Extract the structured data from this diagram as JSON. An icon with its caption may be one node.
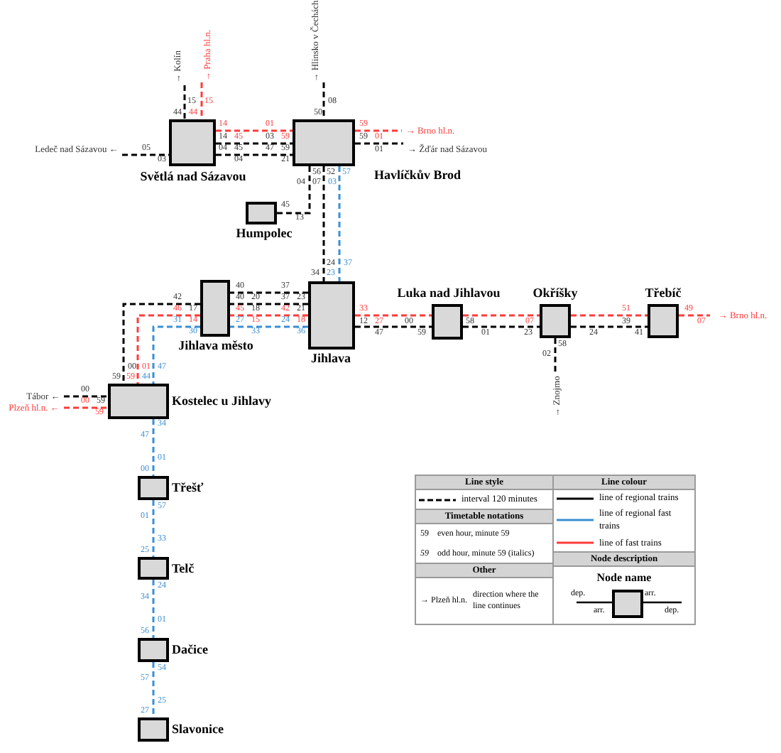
{
  "diagram": {
    "nodes": [
      {
        "text": [
          "Světlá nad Sázavou"
        ]
      },
      {
        "text": [
          "Havlíčkův Brod"
        ]
      },
      {
        "text": [
          "Humpolec"
        ]
      },
      {
        "text": [
          "Jihlava město"
        ]
      },
      {
        "text": [
          "Jihlava"
        ]
      },
      {
        "text": [
          "Luka nad Jihlavou"
        ]
      },
      {
        "text": [
          "Okříšky"
        ]
      },
      {
        "text": [
          "Třebíč"
        ]
      },
      {
        "text": [
          "Kostelec u Jihlavy"
        ]
      },
      {
        "text": [
          "Třešť"
        ]
      },
      {
        "text": [
          "Telč"
        ]
      },
      {
        "text": [
          "Dačice"
        ]
      },
      {
        "text": [
          "Slavonice"
        ]
      },
      {
        "text": [
          "→ Kolín"
        ]
      },
      {
        "text": [
          "→ Praha hl.n."
        ]
      },
      {
        "text": [
          "→ Hlinsko v Čechách"
        ]
      },
      {
        "text": [
          "→ Brno hl.n."
        ]
      },
      {
        "text": [
          "→ Žďár nad Sázavou"
        ]
      },
      {
        "text": [
          "Ledeč nad Sázavou ←"
        ]
      },
      {
        "text": [
          "→ Brno hl.n."
        ]
      },
      {
        "text": [
          "→ Znojmo"
        ]
      },
      {
        "text": [
          "Tábor ←"
        ]
      },
      {
        "text": [
          "Plzeň hl.n. ←"
        ]
      }
    ],
    "edges": [
      {
        "from": 18,
        "to": 0,
        "arrow": "none",
        "style": "dashed"
      },
      {
        "from": 0,
        "to": 1,
        "arrow": "none",
        "style": "dashed"
      },
      {
        "from": 13,
        "to": 0,
        "arrow": "none",
        "style": "dashed"
      },
      {
        "from": 0,
        "to": 1,
        "arrow": "none",
        "style": "dashed"
      },
      {
        "from": 1,
        "to": 17,
        "arrow": "none",
        "style": "dashed"
      },
      {
        "from": 14,
        "to": 0,
        "arrow": "none",
        "style": "dashed",
        "color": "#ff3b3b"
      },
      {
        "from": 0,
        "to": 1,
        "arrow": "none",
        "style": "dashed",
        "color": "#ff3b3b"
      },
      {
        "from": 1,
        "to": 16,
        "arrow": "none",
        "style": "dashed",
        "color": "#ff3b3b"
      },
      {
        "from": 15,
        "to": 1,
        "arrow": "none",
        "style": "dashed"
      },
      {
        "from": 2,
        "to": 1,
        "arrow": "none",
        "style": "dashed"
      },
      {
        "from": 1,
        "to": 4,
        "arrow": "none",
        "style": "dashed"
      },
      {
        "from": 1,
        "to": 4,
        "arrow": "none",
        "style": "dashed",
        "color": "#3b8fd4"
      },
      {
        "from": 4,
        "to": 3,
        "arrow": "none",
        "style": "dashed"
      },
      {
        "from": 4,
        "to": 3,
        "arrow": "none",
        "style": "dashed"
      },
      {
        "from": 4,
        "to": 3,
        "arrow": "none",
        "style": "dashed",
        "color": "#ff3b3b"
      },
      {
        "from": 4,
        "to": 3,
        "arrow": "none",
        "style": "dashed",
        "color": "#3b8fd4"
      },
      {
        "from": 3,
        "to": 8,
        "arrow": "none",
        "style": "dashed"
      },
      {
        "from": 3,
        "to": 8,
        "arrow": "none",
        "style": "dashed",
        "color": "#ff3b3b"
      },
      {
        "from": 3,
        "to": 8,
        "arrow": "none",
        "style": "dashed",
        "color": "#3b8fd4"
      },
      {
        "from": 21,
        "to": 8,
        "arrow": "none",
        "style": "dashed"
      },
      {
        "from": 22,
        "to": 8,
        "arrow": "none",
        "style": "dashed",
        "color": "#ff3b3b"
      },
      {
        "from": 4,
        "to": 5,
        "arrow": "none",
        "style": "dashed"
      },
      {
        "from": 5,
        "to": 6,
        "arrow": "none",
        "style": "dashed"
      },
      {
        "from": 6,
        "to": 7,
        "arrow": "none",
        "style": "dashed"
      },
      {
        "from": 6,
        "to": 20,
        "arrow": "none",
        "style": "dashed"
      },
      {
        "from": 4,
        "to": 5,
        "arrow": "none",
        "style": "dashed",
        "color": "#ff3b3b"
      },
      {
        "from": 5,
        "to": 6,
        "arrow": "none",
        "style": "dashed",
        "color": "#ff3b3b"
      },
      {
        "from": 6,
        "to": 7,
        "arrow": "none",
        "style": "dashed",
        "color": "#ff3b3b"
      },
      {
        "from": 7,
        "to": 19,
        "arrow": "none",
        "style": "dashed",
        "color": "#ff3b3b"
      },
      {
        "from": 8,
        "to": 9,
        "arrow": "none",
        "style": "dashed",
        "color": "#3b8fd4"
      },
      {
        "from": 9,
        "to": 10,
        "arrow": "none",
        "style": "dashed",
        "color": "#3b8fd4"
      },
      {
        "from": 10,
        "to": 11,
        "arrow": "none",
        "style": "dashed",
        "color": "#3b8fd4"
      },
      {
        "from": 11,
        "to": 12,
        "arrow": "none",
        "style": "dashed",
        "color": "#3b8fd4"
      }
    ],
    "labels": [
      "15",
      "15",
      "44",
      "44",
      "05",
      "03",
      "14",
      "01",
      "14",
      "45",
      "03",
      "59",
      "04",
      "45",
      "47",
      "59",
      "04",
      "21",
      "08",
      "50",
      "59",
      "59",
      "01",
      "01",
      "56",
      "04",
      "07",
      "52",
      "57",
      "03",
      "45",
      "13",
      "24",
      "37",
      "34",
      "23",
      "40",
      "37",
      "40",
      "20",
      "37",
      "23",
      "45",
      "18",
      "42",
      "21",
      "27",
      "15",
      "24",
      "18",
      "33",
      "36",
      "42",
      "46",
      "17",
      "31",
      "14",
      "30",
      "00",
      "01",
      "47",
      "59",
      "59",
      "44",
      "00",
      "00",
      "59",
      "59",
      "34",
      "47",
      "01",
      "00",
      "57",
      "01",
      "33",
      "25",
      "24",
      "34",
      "01",
      "56",
      "54",
      "57",
      "25",
      "27",
      "33",
      "12",
      "27",
      "00",
      "47",
      "59",
      "58",
      "01",
      "07",
      "23",
      "58",
      "02",
      "24",
      "51",
      "39",
      "41",
      "49",
      "07",
      "Line style",
      "Timetable notations",
      "59",
      "even hour, minute 59",
      "59",
      "odd hour, minute 59 (italics)",
      "Other",
      "→ Plzeň hl.n.",
      "direction where the line continues",
      "Line colour",
      "Node description",
      "Node name",
      "dep.",
      "arr.",
      "arr.",
      "dep."
    ],
    "legend": [
      {
        "text": "interval 120 minutes"
      },
      {
        "text": "line of regional trains",
        "color": "#000000"
      },
      {
        "text": "line of regional fast trains",
        "color": "#3b8fd4"
      },
      {
        "text": "line of fast trains",
        "color": "#ff3b3b"
      }
    ]
  }
}
